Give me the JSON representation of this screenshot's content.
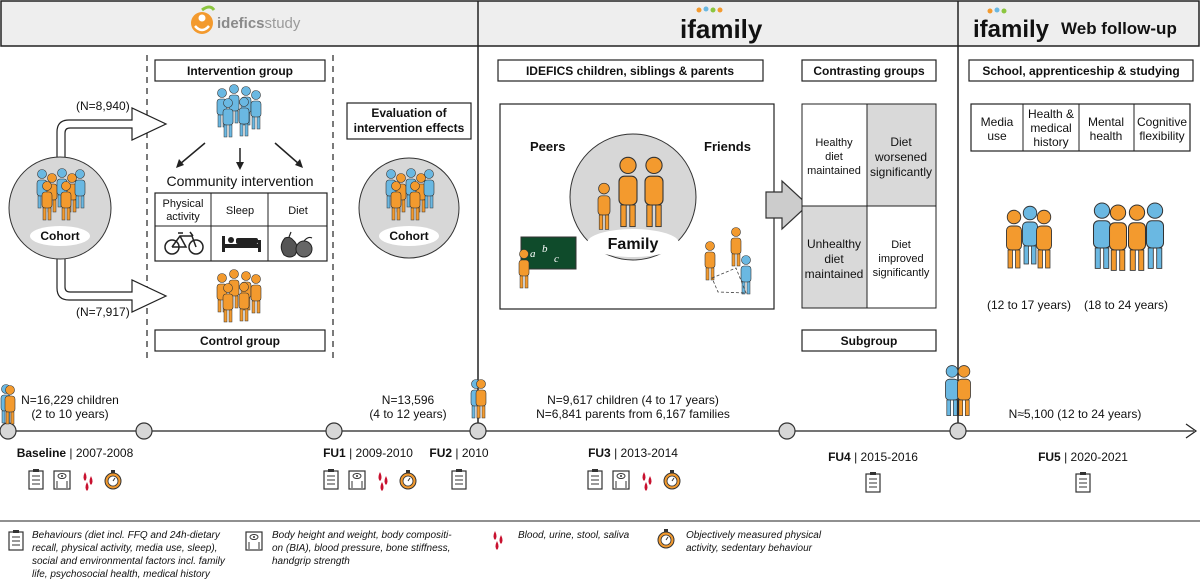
{
  "header": {
    "idefics_logo_text": "idefics",
    "idefics_logo_suffix": "study",
    "ifamily_logo_text": "ifamily",
    "ifamily_web_logo_text": "ifamily",
    "web_followup_label": "Web follow-up"
  },
  "idefics": {
    "n_intervention": "(N=8,940)",
    "n_control": "(N=7,917)",
    "cohort_label": "Cohort",
    "intervention_group": "Intervention group",
    "community_intervention": "Community intervention",
    "components": [
      {
        "label_lines": [
          "Physical",
          "activity"
        ],
        "icon": "bicycle-icon"
      },
      {
        "label_lines": [
          "Sleep"
        ],
        "icon": "bed-icon"
      },
      {
        "label_lines": [
          "Diet"
        ],
        "icon": "fruit-icon"
      }
    ],
    "control_group": "Control group",
    "evaluation_lines": [
      "Evaluation of",
      "intervention effects"
    ],
    "cohort_label_2": "Cohort"
  },
  "ifamily": {
    "children_title": "IDEFICS children, siblings & parents",
    "peers": "Peers",
    "friends": "Friends",
    "family": "Family",
    "contrasting_title": "Contrasting groups",
    "cells": [
      {
        "lines": [
          "Healthy",
          "diet",
          "maintained"
        ],
        "shaded": false
      },
      {
        "lines": [
          "Diet",
          "worsened",
          "significantly"
        ],
        "shaded": true
      },
      {
        "lines": [
          "Unhealthy",
          "diet",
          "maintained"
        ],
        "shaded": true
      },
      {
        "lines": [
          "Diet",
          "improved",
          "significantly"
        ],
        "shaded": false
      }
    ],
    "subgroup": "Subgroup"
  },
  "web": {
    "title": "School, apprenticeship & studying",
    "topics": [
      {
        "lines": [
          "Media",
          "use"
        ]
      },
      {
        "lines": [
          "Health &",
          "medical",
          "history"
        ]
      },
      {
        "lines": [
          "Mental",
          "health"
        ]
      },
      {
        "lines": [
          "Cognitive",
          "flexibility"
        ]
      }
    ],
    "age_teens": "(12 to 17 years)",
    "age_young_adults": "(18 to 24 years)"
  },
  "timeline": {
    "baseline_n": "N=16,229 children",
    "baseline_age": "(2 to 10 years)",
    "fu1_n": "N=13,596",
    "fu1_age": "(4 to 12 years)",
    "fu3_n_children": "N=9,617 children (4 to 17 years)",
    "fu3_n_parents": "N=6,841 parents from 6,167 families",
    "fu5_n": "N≈5,100 (12 to 24 years)",
    "waves": [
      {
        "name": "Baseline",
        "years": "2007-2008"
      },
      {
        "name": "FU1",
        "years": "2009-2010"
      },
      {
        "name": "FU2",
        "years": "2010"
      },
      {
        "name": "FU3",
        "years": "2013-2014"
      },
      {
        "name": "FU4",
        "years": "2015-2016"
      },
      {
        "name": "FU5",
        "years": "2020-2021"
      }
    ]
  },
  "legend": {
    "questionnaire_lines": [
      "Behaviours (diet incl. FFQ and 24h-dietary",
      "recall, physical activity, media use, sleep),",
      "social and environmental factors incl. family",
      "life, psychosocial health, medical history"
    ],
    "anthropometry_lines": [
      "Body height and weight, body compositi-",
      "on (BIA), blood pressure, bone stiffness,",
      "handgrip strength"
    ],
    "samples_text": "Blood, urine, stool, saliva",
    "activity_lines": [
      "Objectively measured physical",
      "activity, sedentary behaviour"
    ]
  },
  "colors": {
    "orange": "#f39a2e",
    "blue": "#6ab8e2",
    "gray_circle": "#d7d7d7",
    "header_bg": "#eeeeee",
    "red": "#c8102e",
    "shade": "#d9d9d9"
  }
}
